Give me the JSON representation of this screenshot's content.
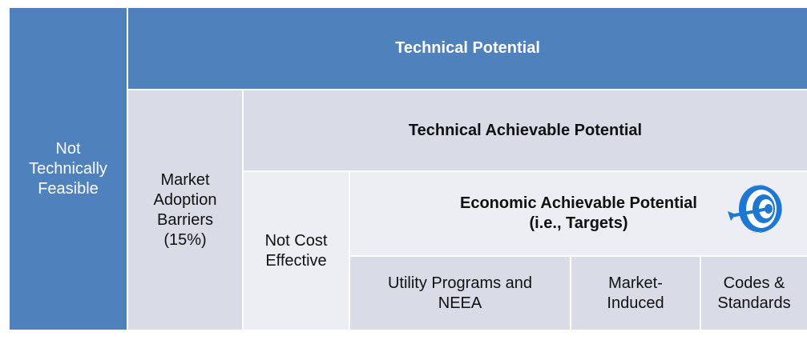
{
  "diagram": {
    "not_feasible": "Not\nTechnically\nFeasible",
    "technical_potential": "Technical Potential",
    "market_barriers": "Market\nAdoption\nBarriers\n(15%)",
    "technical_achievable": "Technical Achievable Potential",
    "not_cost_effective": "Not Cost\nEffective",
    "economic_line1": "Economic Achievable Potential",
    "economic_line2": "(i.e., Targets)",
    "utility_programs": "Utility Programs and\nNEEA",
    "market_induced": "Market-\nInduced",
    "codes_standards": "Codes &\nStandards",
    "target_icon": "target-bullseye-icon"
  },
  "colors": {
    "dark_blue": "#4f81bd",
    "mid_gray_blue": "#d9dce6",
    "light_gray_blue": "#eceef3",
    "icon_blue": "#1f77d4"
  }
}
